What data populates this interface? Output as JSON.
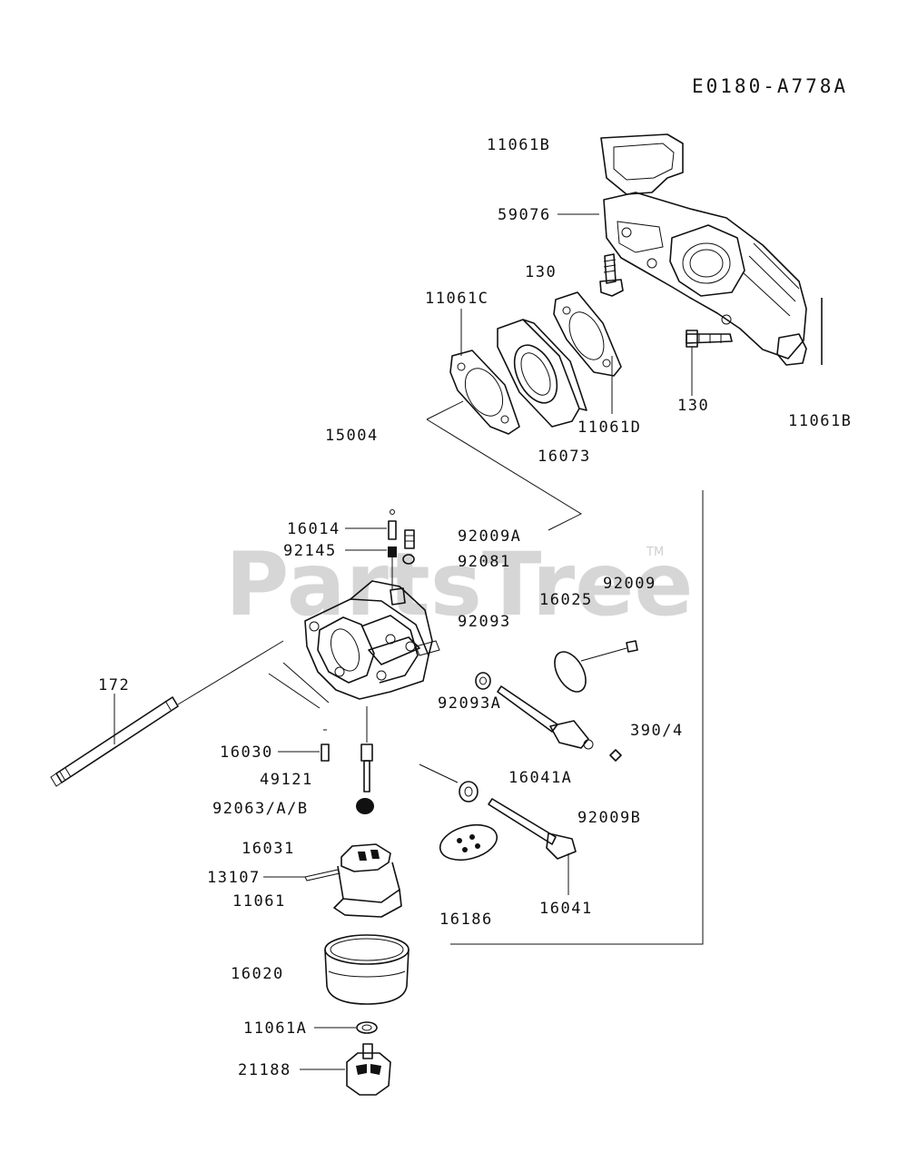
{
  "diagram_code": "E0180-A778A",
  "watermark": "PartsTree",
  "trademark": "TM",
  "labels": {
    "p11061B_top": "11061B",
    "p59076": "59076",
    "p130_a": "130",
    "p11061C": "11061C",
    "p130_b": "130",
    "p11061D": "11061D",
    "p11061B_right": "11061B",
    "p15004": "15004",
    "p16073": "16073",
    "p16014": "16014",
    "p92145": "92145",
    "p92009A": "92009A",
    "p92081": "92081",
    "p92009": "92009",
    "p16025": "16025",
    "p92093": "92093",
    "p172": "172",
    "p92093A": "92093A",
    "p390_4": "390/4",
    "p16030": "16030",
    "p49121": "49121",
    "p16041A": "16041A",
    "p92063AB": "92063/A/B",
    "p92009B": "92009B",
    "p16031": "16031",
    "p13107": "13107",
    "p11061": "11061",
    "p16186": "16186",
    "p16041": "16041",
    "p16020": "16020",
    "p11061A": "11061A",
    "p21188": "21188"
  }
}
